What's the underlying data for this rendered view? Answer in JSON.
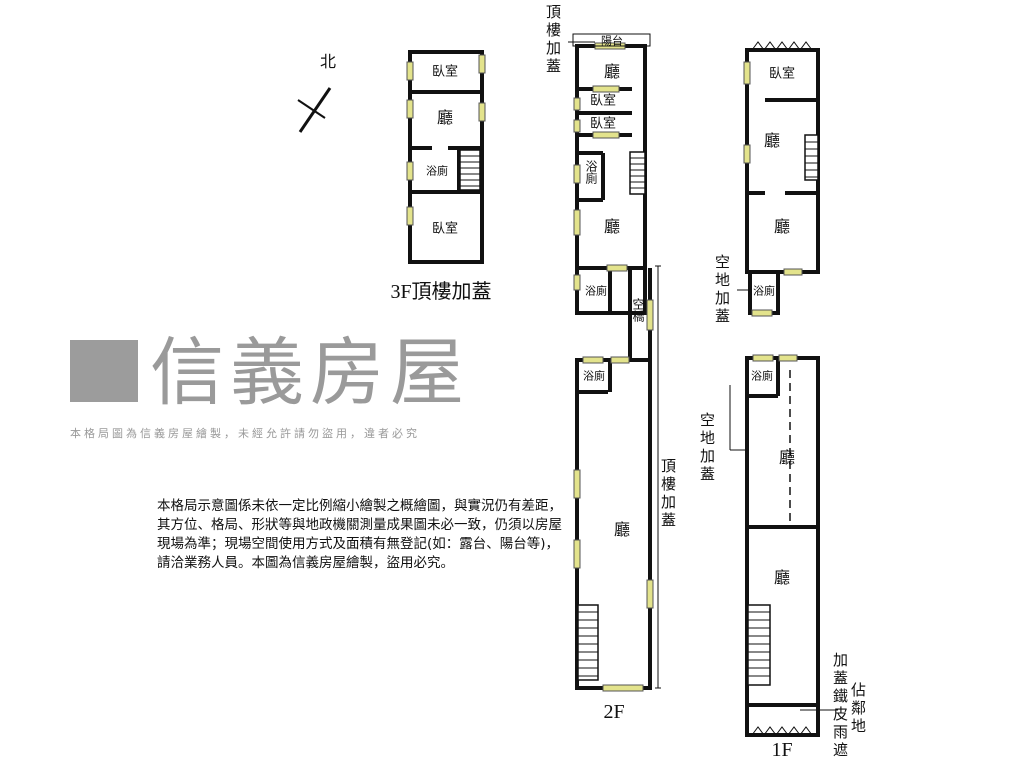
{
  "compass": {
    "north": "北"
  },
  "plan_3f": {
    "rooms": [
      "臥室",
      "廳",
      "浴廁",
      "臥室"
    ],
    "label": "3F頂樓加蓋"
  },
  "plan_top_middle": {
    "balcony": "陽台",
    "rooms": [
      "廳",
      "臥室",
      "臥室",
      "浴廁",
      "廳",
      "浴廁"
    ],
    "side_label": "頂樓加蓋"
  },
  "bridge": {
    "label": "空橋"
  },
  "plan_2f": {
    "rooms": [
      "浴廁",
      "廳"
    ],
    "side_label": "頂樓加蓋",
    "label": "2F"
  },
  "plan_right_top": {
    "rooms": [
      "臥室",
      "廳",
      "廳",
      "浴廁"
    ],
    "side_label": "空地加蓋"
  },
  "plan_1f": {
    "rooms": [
      "浴廁",
      "廳",
      "廳"
    ],
    "side_label": "空地加蓋",
    "awning_label": "加蓋鐵皮雨遮",
    "neighbor_label": "佔鄰地",
    "label": "1F"
  },
  "disclaimer": "本格局示意圖係未依一定比例縮小繪製之概繪圖，與實況仍有差距，其方位、格局、形狀等與地政機關測量成果圖未必一致，仍須以房屋現場為準；現場空間使用方式及面積有無登記(如：露台、陽台等)，請洽業務人員。本圖為信義房屋繪製，盜用必究。",
  "watermark": {
    "brand": "信義房屋",
    "notice": "本格局圖為信義房屋繪製，未經允許請勿盜用，違者必究"
  },
  "colors": {
    "wall": "#111111",
    "window": "#e3e38c",
    "watermark": "#9a9a9a"
  }
}
